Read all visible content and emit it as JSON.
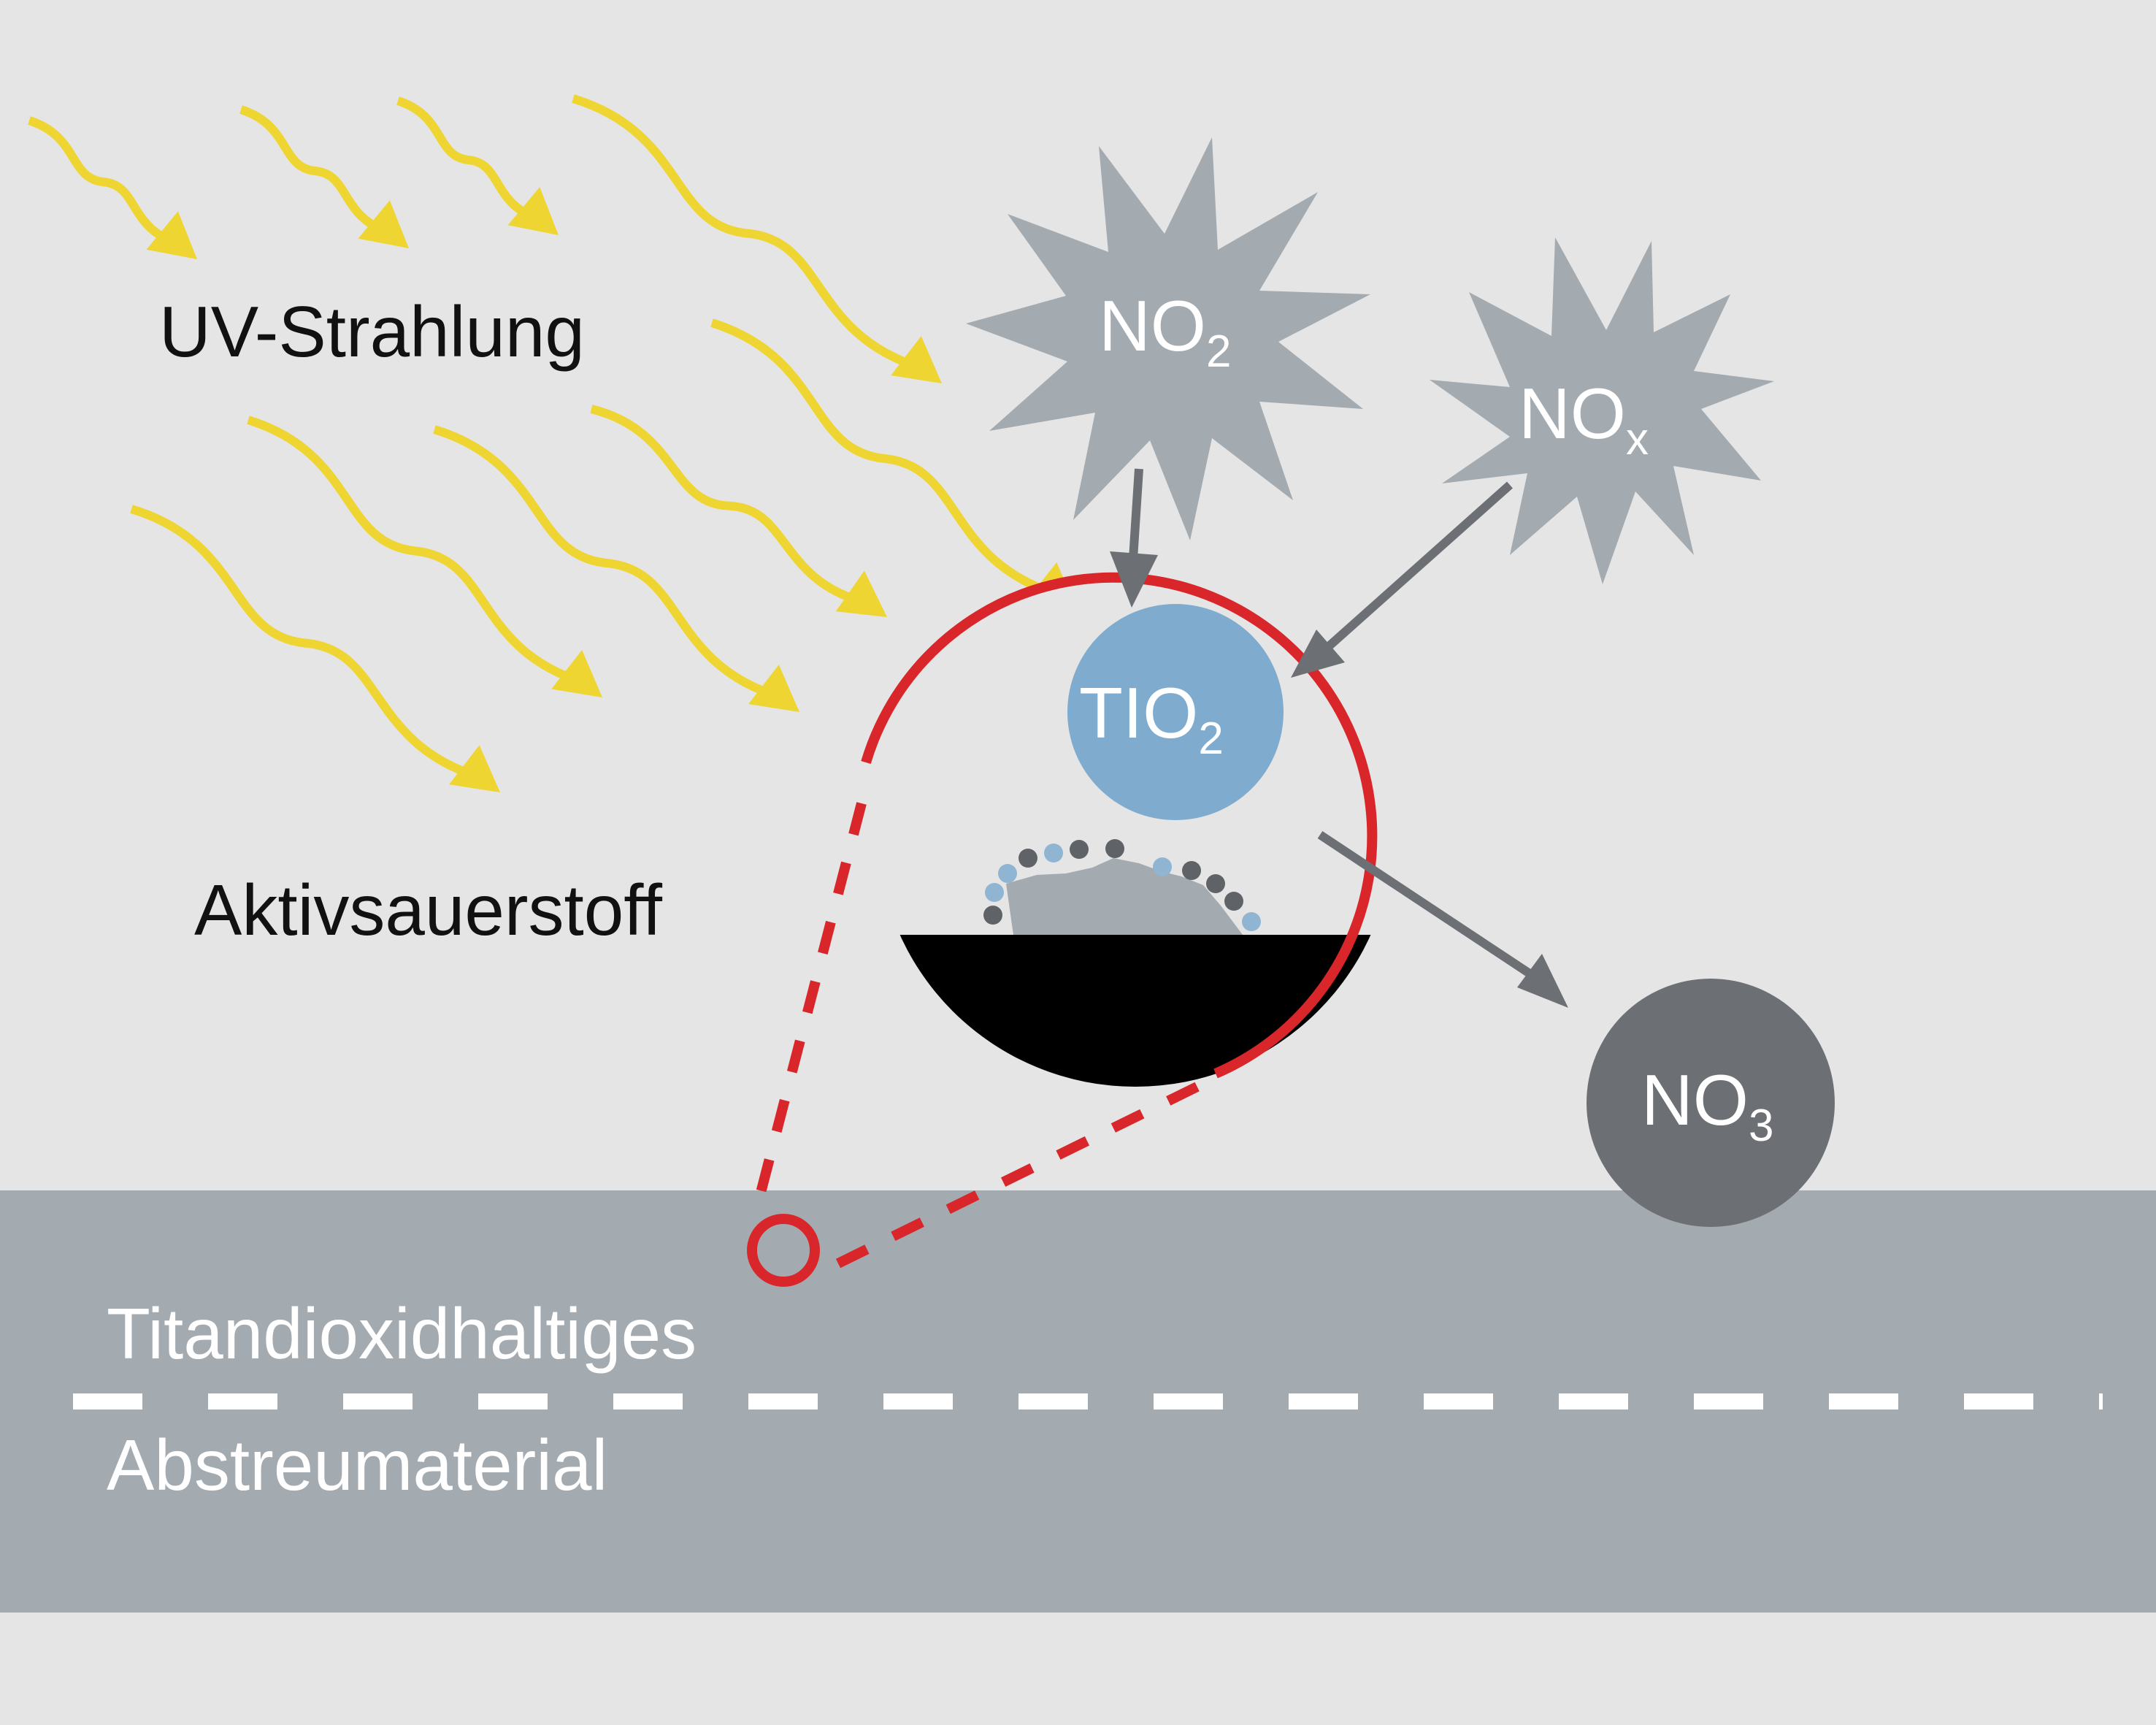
{
  "labels": {
    "uv": "UV-Strahlung",
    "active_oxygen": "Aktivsauerstoff",
    "material_line1": "Titandioxidhaltiges",
    "material_line2": "Abstreumaterial"
  },
  "molecules": {
    "no2": {
      "base": "NO",
      "sub": "2"
    },
    "nox": {
      "base": "NO",
      "sub": "x"
    },
    "tio2": {
      "base": "TIO",
      "sub": "2"
    },
    "no3": {
      "base": "NO",
      "sub": "3"
    }
  },
  "colors": {
    "background": "#e5e5e5",
    "ground": "#a3aab0",
    "uv_rays": "#eed532",
    "pollutant_star": "#a3aab0",
    "catalyst": "#7facce",
    "nitrate": "#6c6f74",
    "zoom_circle": "#d9262a",
    "arrow": "#6c6f74",
    "particle_dark": "#5f6368",
    "particle_light": "#8fb5d3",
    "substrate": "#000000"
  }
}
